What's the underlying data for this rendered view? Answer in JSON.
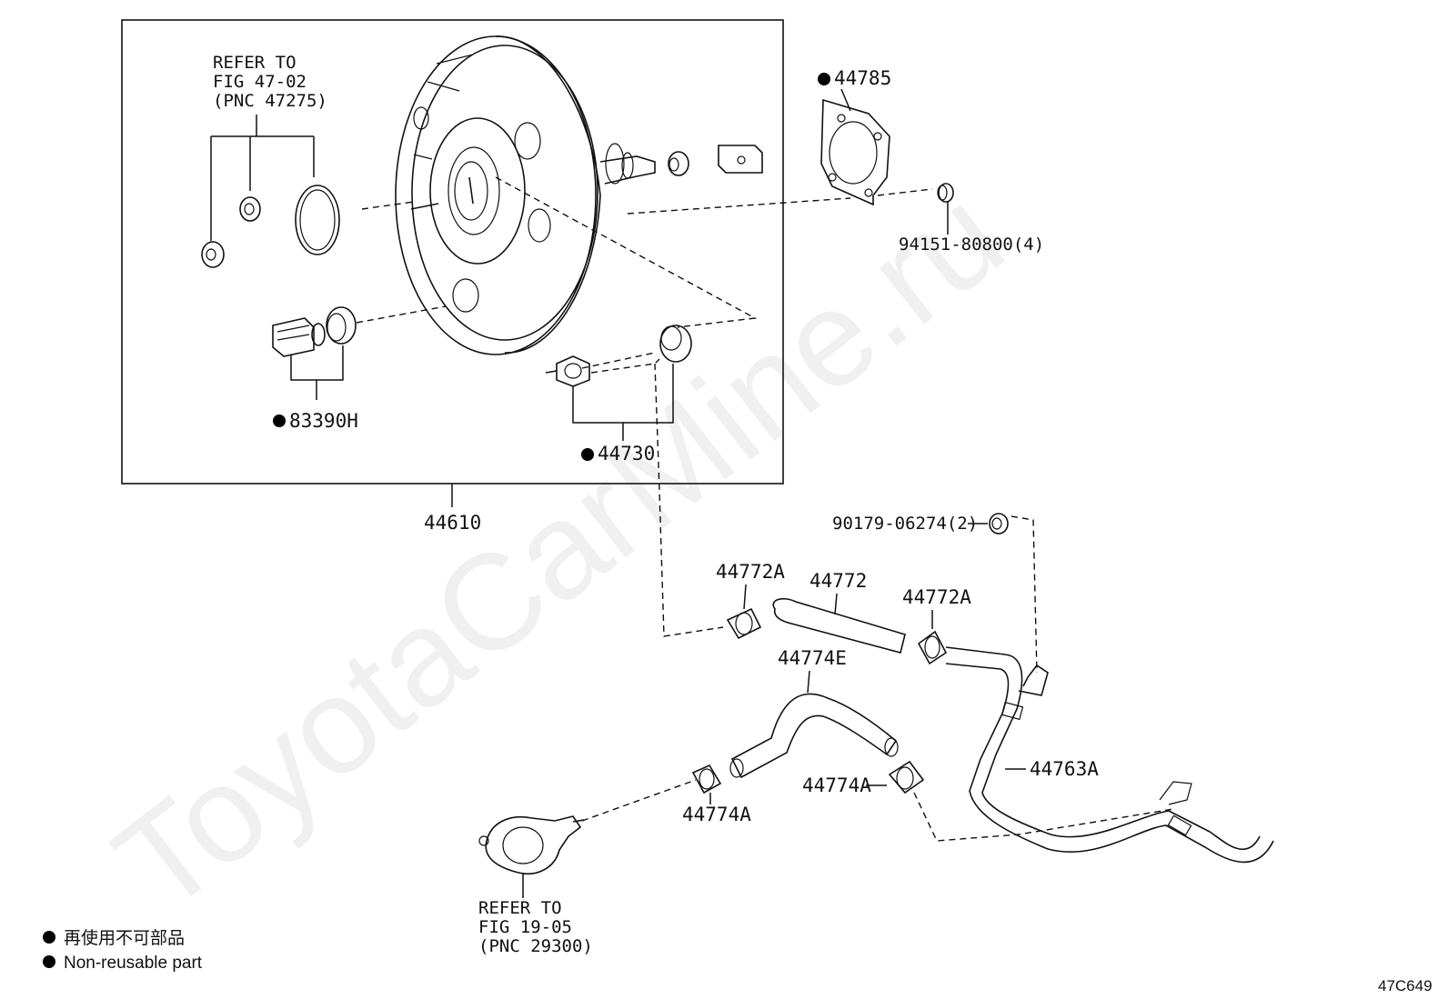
{
  "watermark": "ToyotaCarMine.ru",
  "diagram_code": "47C649",
  "refer_top": [
    "REFER TO",
    "FIG 47-02",
    "(PNC 47275)"
  ],
  "refer_bottom": [
    "REFER TO",
    "FIG 19-05",
    "(PNC 29300)"
  ],
  "parts": {
    "p44785": "44785",
    "p94151": "94151-80800(4)",
    "p83390h": "83390H",
    "p44730": "44730",
    "p44610": "44610",
    "p90179": "90179-06274(2)",
    "p44772a_left": "44772A",
    "p44772": "44772",
    "p44772a_right": "44772A",
    "p44774e": "44774E",
    "p44763a": "44763A",
    "p44774a_mid": "44774A",
    "p44774a_bottom": "44774A"
  },
  "legend": {
    "japanese": "再使用不可部品",
    "english": "Non-reusable part"
  },
  "colors": {
    "line": "#111111",
    "background": "#ffffff",
    "watermark": "#000000"
  }
}
